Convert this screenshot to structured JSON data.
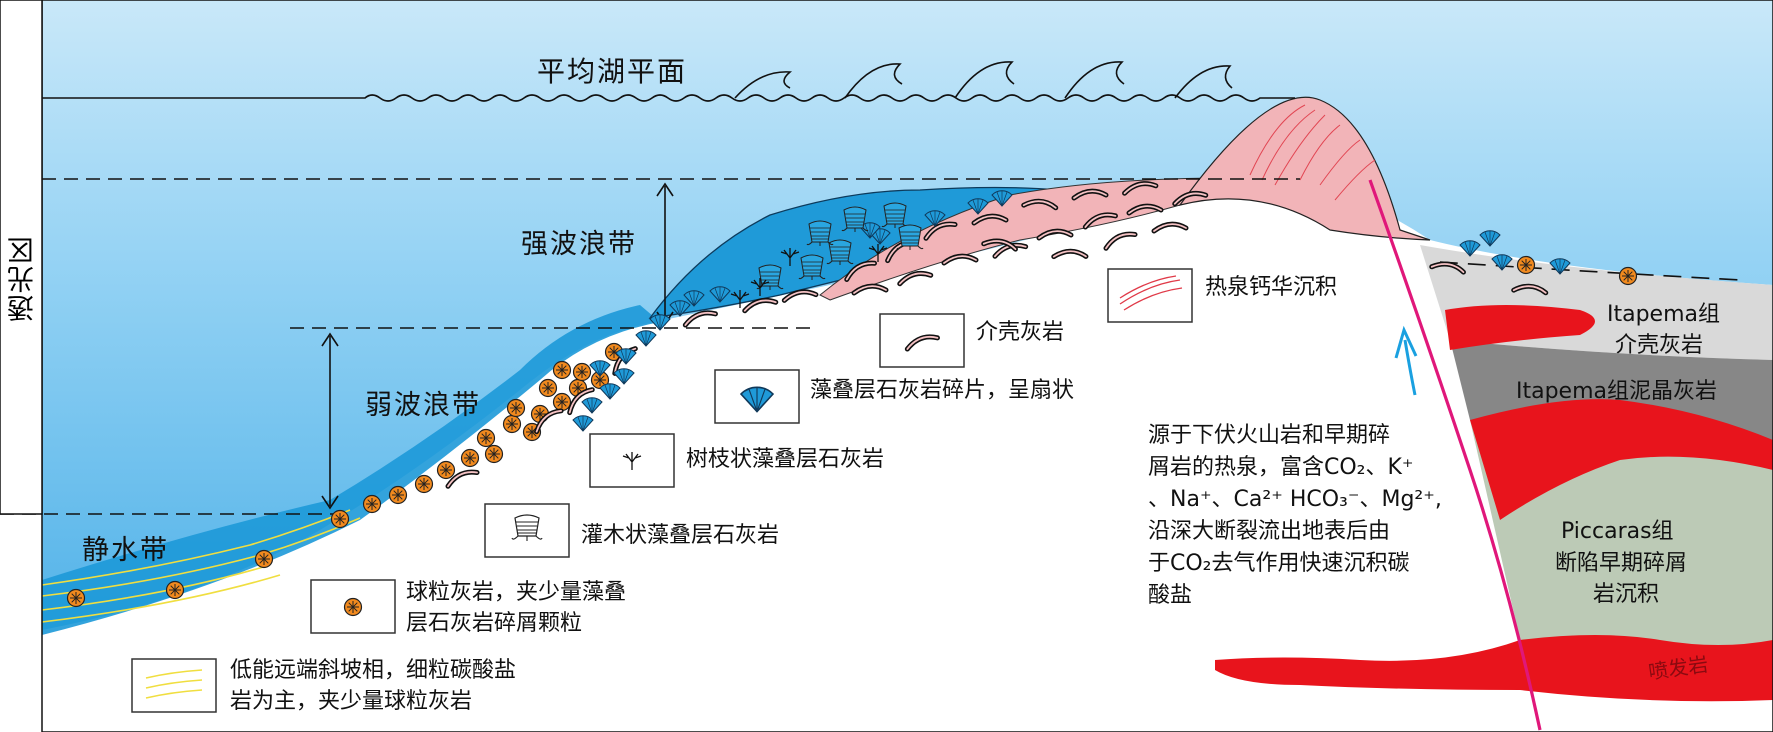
{
  "photic_zone": "透光区",
  "mean_lake_level": "平均湖平面",
  "strong_wave_zone": "强波浪带",
  "weak_wave_zone": "弱波浪带",
  "still_water_zone": "静水带",
  "right_labels": {
    "itapema_coquina_1": "Itapema组",
    "itapema_coquina_2": "介壳灰岩",
    "itapema_micrite": "Itapema组泥晶灰岩",
    "piccaras_1": "Piccaras组",
    "piccaras_2": "断陷早期碎屑",
    "piccaras_3": "岩沉积",
    "volcanic": "喷发岩"
  },
  "hot_spring_text": {
    "l1": "源于下伏火山岩和早期碎",
    "l2": "屑岩的热泉，富含CO₂、K⁺",
    "l3": "、Na⁺、Ca²⁺ HCO₃⁻、Mg²⁺,",
    "l4": "沿深大断裂流出地表后由",
    "l5": "于CO₂去气作用快速沉积碳",
    "l6": "酸盐"
  },
  "legend": {
    "travertine": "热泉钙华沉积",
    "coquina": "介壳灰岩",
    "stromatolite_fragments": "藻叠层石灰岩碎片，呈扇状",
    "arborescent": "树枝状藻叠层石灰岩",
    "shrub": "灌木状藻叠层石灰岩",
    "peloid_1": "球粒灰岩，夹少量藻叠",
    "peloid_2": "层石灰岩碎屑颗粒",
    "low_energy_1": "低能远端斜坡相，细粒碳酸盐",
    "low_energy_2": "岩为主，夹少量球粒灰岩"
  },
  "colors": {
    "water_top": "#c6e6f8",
    "water_deep": "#58b6ea",
    "stromatolite_blue": "#1f9ad8",
    "coquina_pink": "#f2b4b8",
    "volcanic_red": "#e8141c",
    "fault_magenta": "#e0177a",
    "arrow_blue": "#1aa0e0",
    "itapema_grey": "#d9d9d9",
    "micrite_grey": "#878787",
    "piccaras_green": "#bccab6",
    "peloid_orange": "#f28a1e"
  }
}
